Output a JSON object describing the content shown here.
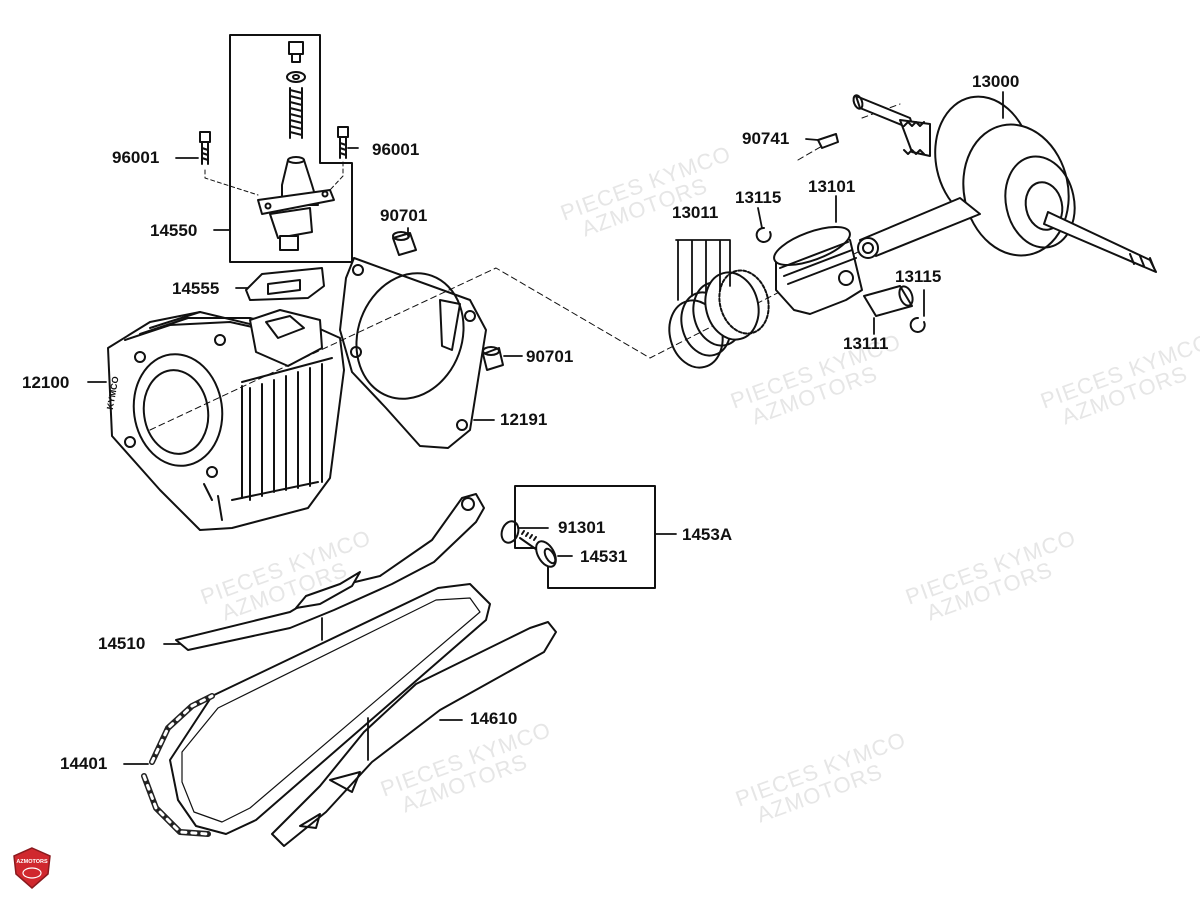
{
  "parts": {
    "p13000": "13000",
    "p90741": "90741",
    "p13115a": "13115",
    "p13101": "13101",
    "p13011": "13011",
    "p13115b": "13115",
    "p13111": "13111",
    "p96001a": "96001",
    "p96001b": "96001",
    "p14550": "14550",
    "p90701a": "90701",
    "p14555": "14555",
    "p90701b": "90701",
    "p12100": "12100",
    "p12191": "12191",
    "p91301": "91301",
    "p1453A": "1453A",
    "p14531": "14531",
    "p14510": "14510",
    "p14610": "14610",
    "p14401": "14401"
  },
  "cylinder_marking": "KYMCO",
  "logo": {
    "text": "AZMOTORS",
    "color": "#d0282e"
  },
  "watermark": {
    "line1": "PIECES KYMCO",
    "line2": "AZMOTORS",
    "color": "#e6e6e6"
  }
}
